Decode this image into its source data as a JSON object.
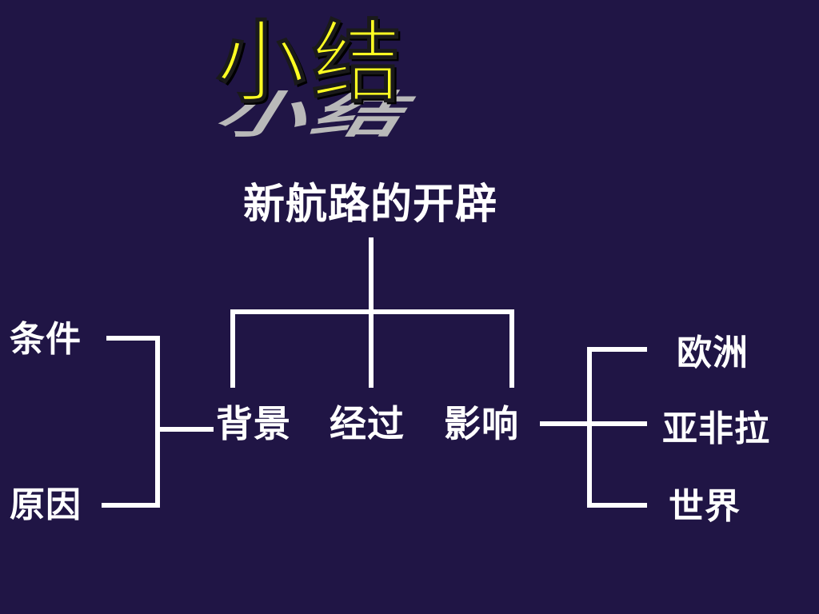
{
  "title": "小结",
  "root": "新航路的开辟",
  "middle": [
    "背景",
    "经过",
    "影响"
  ],
  "left": [
    "条件",
    "原因"
  ],
  "right": [
    "欧洲",
    "亚非拉",
    "世界"
  ],
  "colors": {
    "background": "#201545",
    "title": "#ffff22",
    "title_shadow": "#b9b9b9",
    "text": "#ffffff",
    "lines": "#ffffff"
  }
}
